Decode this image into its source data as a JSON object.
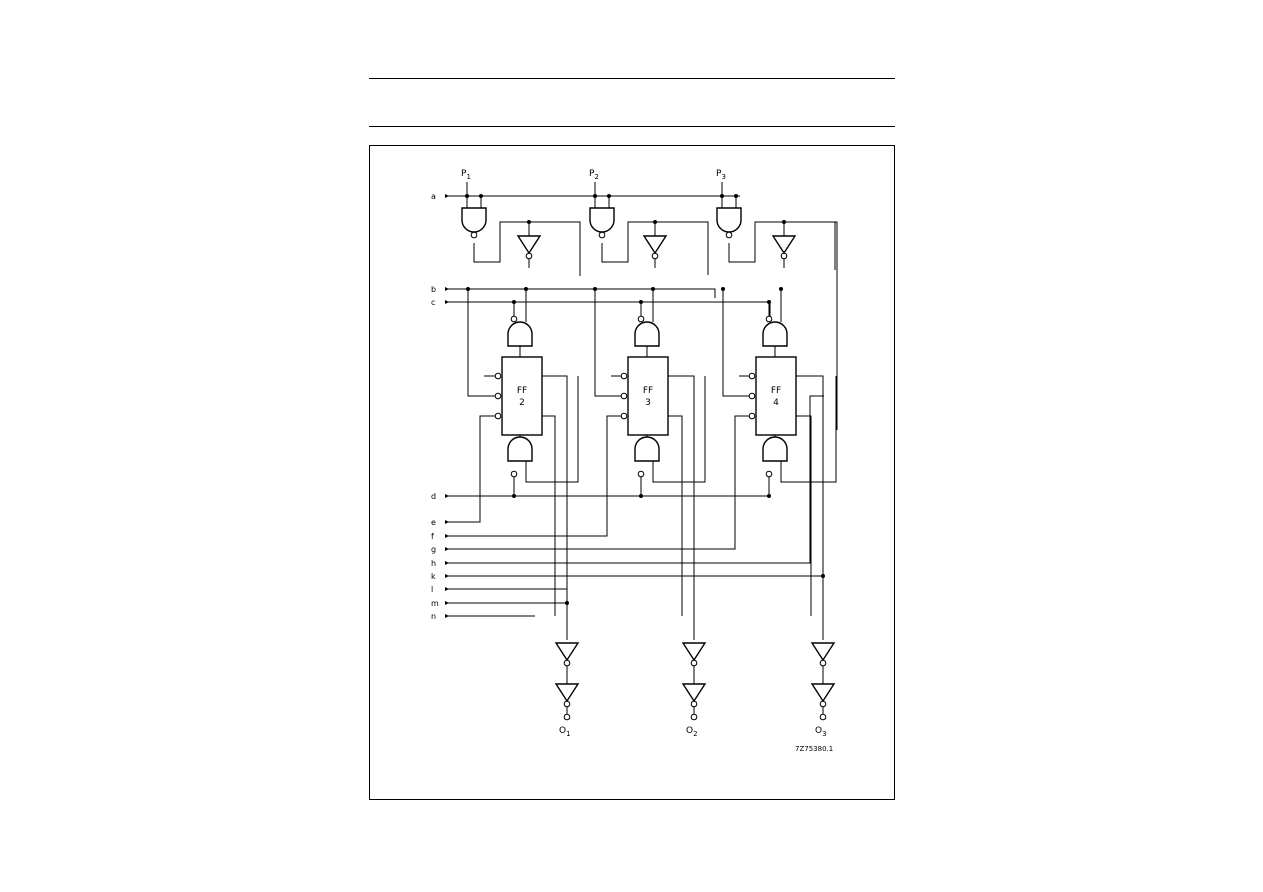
{
  "figure": {
    "inputs": [
      "a",
      "b",
      "c",
      "d",
      "e",
      "f",
      "g",
      "h",
      "k",
      "l",
      "m",
      "n"
    ],
    "presets": [
      {
        "letter": "P",
        "sub": "1"
      },
      {
        "letter": "P",
        "sub": "2"
      },
      {
        "letter": "P",
        "sub": "3"
      }
    ],
    "flipflops": [
      {
        "name": "FF",
        "num": "2"
      },
      {
        "name": "FF",
        "num": "3"
      },
      {
        "name": "FF",
        "num": "4"
      }
    ],
    "outputs": [
      {
        "letter": "O",
        "sub": "1"
      },
      {
        "letter": "O",
        "sub": "2"
      },
      {
        "letter": "O",
        "sub": "3"
      }
    ],
    "code": "7Z75380.1"
  }
}
